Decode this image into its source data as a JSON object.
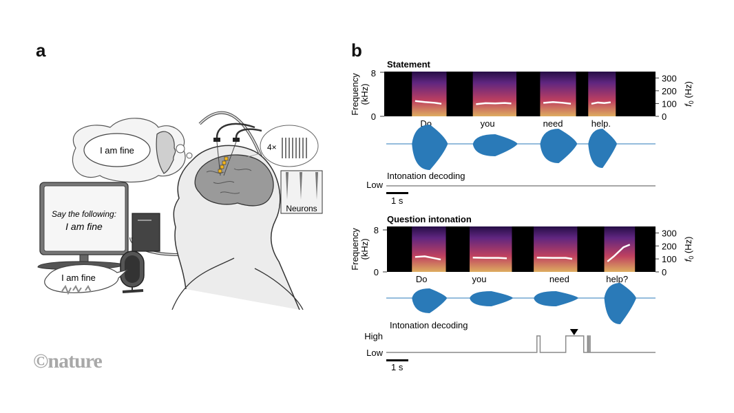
{
  "figure": {
    "panel_a_label": "a",
    "panel_b_label": "b",
    "logo": "©nature"
  },
  "panel_a": {
    "thought_bubble_text": "I am fine",
    "monitor_prompt": "Say the following:",
    "monitor_text": "I am fine",
    "speech_bubble_text": "I am fine",
    "array_multiplier": "4×",
    "neurons_label": "Neurons",
    "colors": {
      "electrode": "#f2b51d",
      "line": "#333333",
      "fill": "#d9d9d9"
    }
  },
  "panel_b": {
    "colors": {
      "waveform": "#2a7ab8",
      "f0_line": "#ffffff",
      "decode_trace": "#8a8a8a",
      "spectrogram_bg": "#000000"
    },
    "left_axis": {
      "label_line1": "Frequency",
      "label_line2": "(kHz)",
      "ticks": [
        "8",
        "0"
      ],
      "range_khz": [
        0,
        8
      ]
    },
    "right_axis": {
      "label_main": "f",
      "label_sub": "0",
      "label_unit": "(Hz)",
      "ticks": [
        "300",
        "200",
        "100",
        "0"
      ],
      "range_hz": [
        0,
        350
      ]
    },
    "scale_bar_label": "1 s",
    "decoding_label": "Intonation decoding",
    "level_low": "Low",
    "level_high": "High",
    "statement": {
      "title": "Statement",
      "words": [
        "Do",
        "you",
        "need",
        "help."
      ],
      "word_positions_s": [
        0.62,
        1.58,
        2.6,
        3.35
      ],
      "f0_hz": [
        [
          [
            0.45,
            120
          ],
          [
            0.6,
            112
          ],
          [
            0.75,
            106
          ],
          [
            0.86,
            98
          ]
        ],
        [
          [
            1.4,
            95
          ],
          [
            1.55,
            103
          ],
          [
            1.7,
            101
          ],
          [
            1.85,
            104
          ],
          [
            1.95,
            100
          ]
        ],
        [
          [
            2.45,
            105
          ],
          [
            2.6,
            112
          ],
          [
            2.75,
            106
          ],
          [
            2.88,
            98
          ]
        ],
        [
          [
            3.2,
            98
          ],
          [
            3.3,
            108
          ],
          [
            3.4,
            104
          ],
          [
            3.5,
            110
          ]
        ]
      ],
      "decoding": [
        [
          0,
          0
        ],
        [
          4.2,
          0
        ]
      ]
    },
    "question": {
      "title": "Question intonation",
      "words": [
        "Do",
        "you",
        "need",
        "help?"
      ],
      "word_positions_s": [
        0.55,
        1.45,
        2.7,
        3.6
      ],
      "f0_hz": [
        [
          [
            0.45,
            115
          ],
          [
            0.6,
            120
          ],
          [
            0.75,
            105
          ],
          [
            0.85,
            95
          ]
        ],
        [
          [
            1.35,
            110
          ],
          [
            1.55,
            108
          ],
          [
            1.75,
            108
          ],
          [
            1.88,
            105
          ]
        ],
        [
          [
            2.35,
            110
          ],
          [
            2.6,
            108
          ],
          [
            2.8,
            108
          ],
          [
            2.9,
            100
          ]
        ],
        [
          [
            3.45,
            80
          ],
          [
            3.55,
            120
          ],
          [
            3.7,
            190
          ],
          [
            3.8,
            210
          ]
        ]
      ],
      "decoding": [
        [
          0,
          0
        ],
        [
          2.35,
          0
        ],
        [
          2.35,
          1
        ],
        [
          2.4,
          1
        ],
        [
          2.4,
          0
        ],
        [
          2.8,
          0
        ],
        [
          2.8,
          1
        ],
        [
          3.08,
          1
        ],
        [
          3.08,
          0
        ],
        [
          3.14,
          0
        ],
        [
          3.14,
          1
        ],
        [
          3.15,
          1
        ],
        [
          3.15,
          0
        ],
        [
          3.17,
          0
        ],
        [
          3.17,
          1
        ],
        [
          3.18,
          1
        ],
        [
          3.18,
          0
        ],
        [
          4.2,
          0
        ]
      ],
      "marker_time_s": 2.93
    }
  }
}
